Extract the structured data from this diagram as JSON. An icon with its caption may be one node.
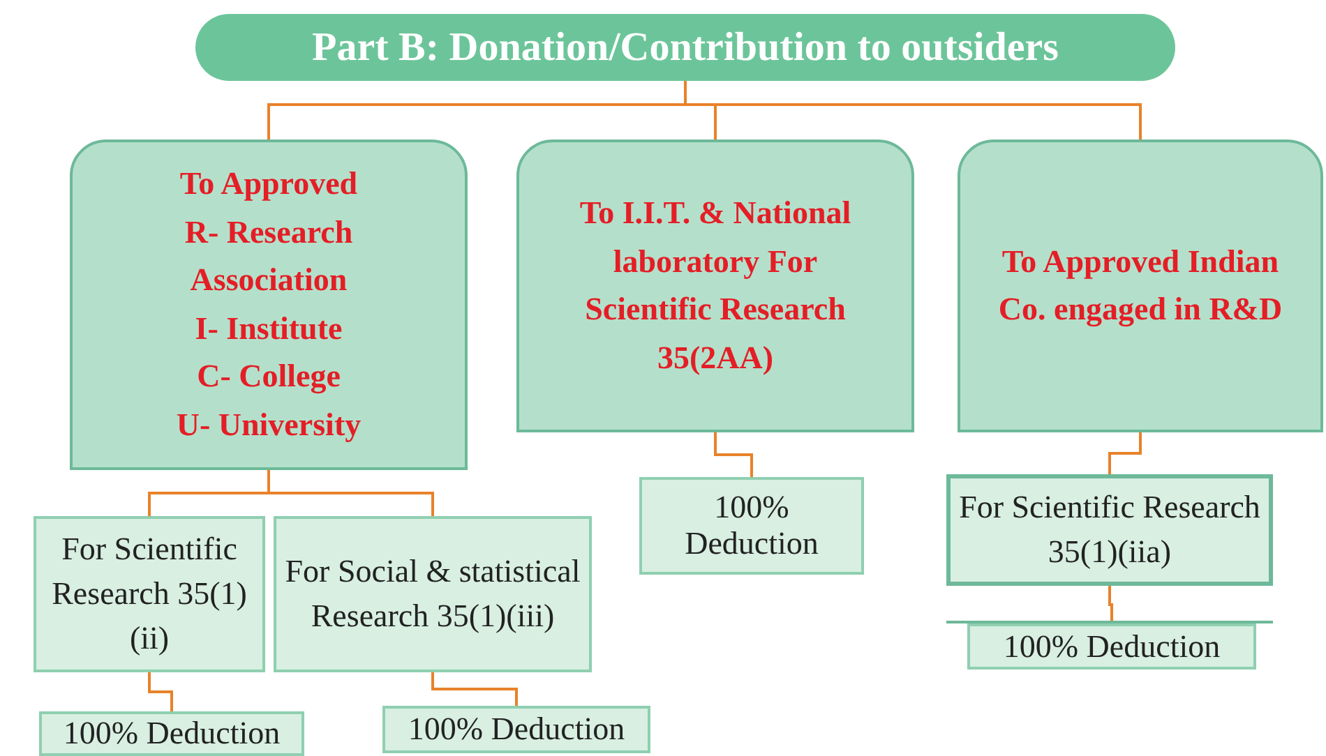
{
  "diagram": {
    "nodes": [
      {
        "text": [
          "Part B: Donation/Contribution to outsiders"
        ]
      },
      {
        "text": [
          "To Approved",
          "R- Research Association",
          "I- Institute",
          "C- College",
          "U- University"
        ]
      },
      {
        "text": [
          "To I.I.T. & National laboratory For Scientific Research 35(2AA)"
        ]
      },
      {
        "text": [
          "To Approved Indian Co. engaged in R&D"
        ]
      },
      {
        "text": [
          "For Scientific Research 35(1)(ii)"
        ]
      },
      {
        "text": [
          "For Social & statistical Research 35(1)(iii)"
        ]
      },
      {
        "text": [
          "100% Deduction"
        ]
      },
      {
        "text": [
          "For Scientific Research 35(1)(iia)"
        ]
      },
      {
        "text": [
          "100% Deduction"
        ]
      },
      {
        "text": [
          "100% Deduction"
        ]
      },
      {
        "text": [
          "100% Deduction"
        ]
      }
    ],
    "edges": [
      {
        "from": 0,
        "to": 1,
        "arrow": "none"
      },
      {
        "from": 0,
        "to": 2,
        "arrow": "none"
      },
      {
        "from": 0,
        "to": 3,
        "arrow": "none"
      },
      {
        "from": 1,
        "to": 4,
        "arrow": "none"
      },
      {
        "from": 1,
        "to": 5,
        "arrow": "none"
      },
      {
        "from": 2,
        "to": 6,
        "arrow": "none"
      },
      {
        "from": 3,
        "to": 7,
        "arrow": "none"
      },
      {
        "from": 7,
        "to": 8,
        "arrow": "none"
      },
      {
        "from": 4,
        "to": 9,
        "arrow": "none"
      },
      {
        "from": 5,
        "to": 10,
        "arrow": "none"
      }
    ]
  }
}
